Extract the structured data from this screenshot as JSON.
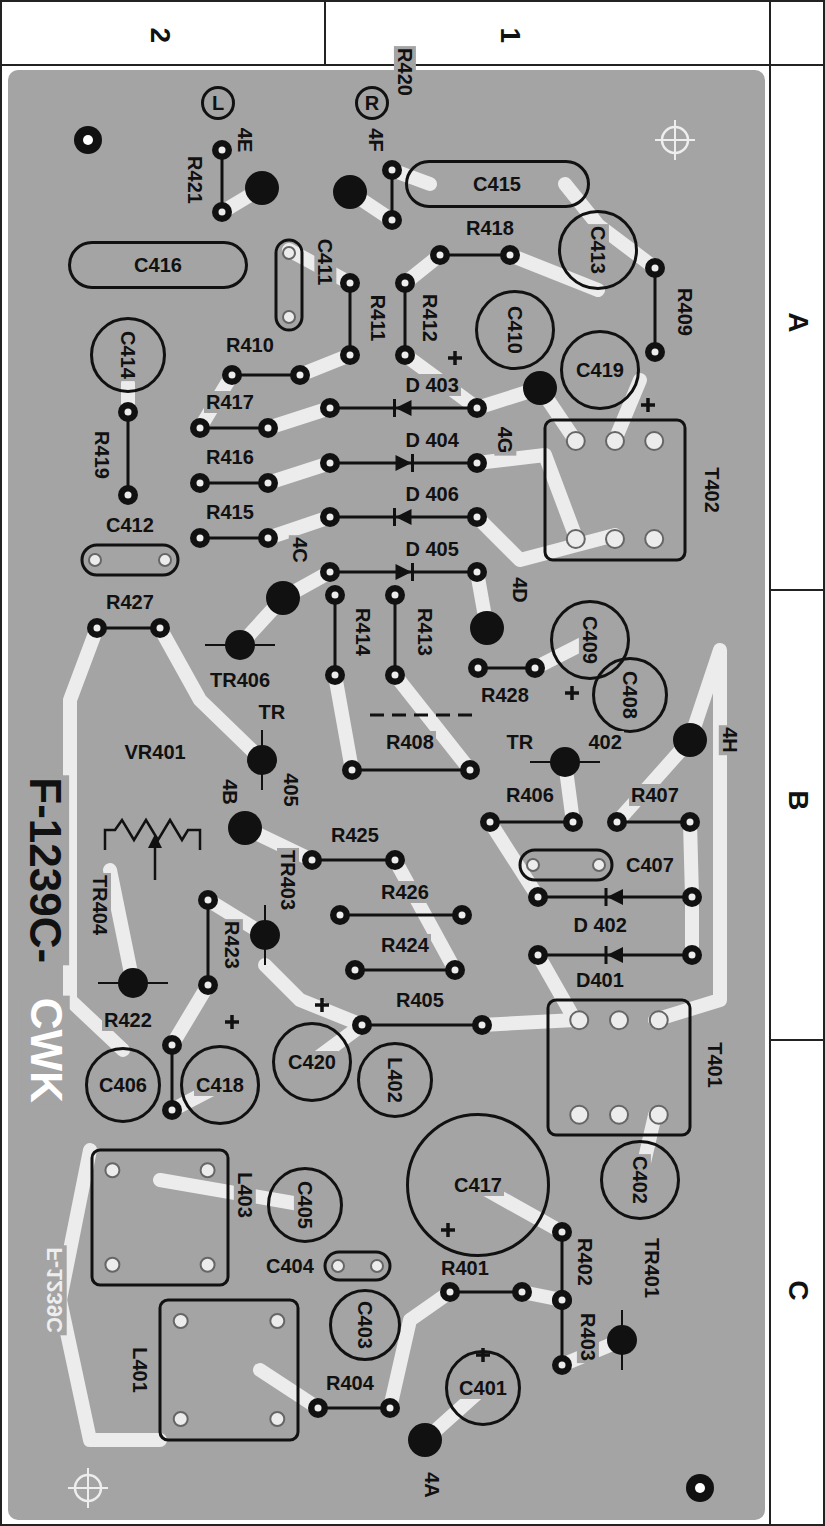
{
  "diagram": {
    "nodes": [
      {
        "text": [
          "L"
        ]
      },
      {
        "text": [
          "R"
        ]
      },
      {
        "text": [
          "C415"
        ]
      },
      {
        "text": [
          "C416"
        ]
      },
      {
        "text": [
          "C413"
        ]
      },
      {
        "text": [
          "C414"
        ]
      },
      {
        "text": [
          "C410"
        ]
      },
      {
        "text": [
          "C419"
        ]
      },
      {
        "text": [
          "C409"
        ]
      },
      {
        "text": [
          "C408"
        ]
      },
      {
        "text": [
          "C420"
        ]
      },
      {
        "text": [
          "L402"
        ]
      },
      {
        "text": [
          "C406"
        ]
      },
      {
        "text": [
          "C418"
        ]
      },
      {
        "text": [
          "C417"
        ]
      },
      {
        "text": [
          "C402"
        ]
      },
      {
        "text": [
          "C405"
        ]
      },
      {
        "text": [
          "C403"
        ]
      },
      {
        "text": [
          "C401"
        ]
      }
    ],
    "labels": [
      "2",
      "1",
      "A",
      "B",
      "C",
      "R421",
      "4E",
      "4F",
      "R420",
      "C411",
      "R418",
      "R411",
      "R412",
      "R409",
      "R410",
      "D 403",
      "4G",
      "R417",
      "D 404",
      "R419",
      "R416",
      "D 406",
      "T402",
      "R415",
      "C412",
      "4C",
      "D 405",
      "4D",
      "R427",
      "R414",
      "R413",
      "TR406",
      "R428",
      "TR",
      "TR",
      "402",
      "R408",
      "4H",
      "VR401",
      "405",
      "4B",
      "R406",
      "R407",
      "R425",
      "C407",
      "TR403",
      "TR404",
      "R426",
      "D 402",
      "R423",
      "R424",
      "D401",
      "R405",
      "R422",
      "T401",
      "L403",
      "C404",
      "R401",
      "R402",
      "TR401",
      "R403",
      "L401",
      "R404",
      "4A",
      "F-1239C-",
      "CWK",
      "F-1239C"
    ]
  }
}
